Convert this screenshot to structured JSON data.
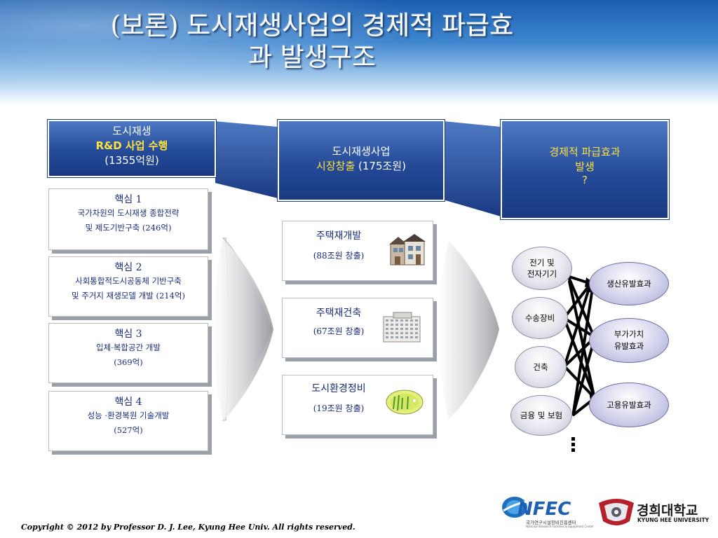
{
  "title": {
    "line1": "(보론) 도시재생사업의 경제적 파급효",
    "line2": "과 발생구조"
  },
  "top_boxes": {
    "rnd": {
      "line1": "도시재생",
      "line2": "R&D 사업 수행",
      "line3": "(1355억원)"
    },
    "market": {
      "line1": "도시재생사업",
      "line2_highlight": "시장창출",
      "line2_rest": " (175조원)"
    },
    "effect": {
      "line1": "경제적 파급효과",
      "line2": "발생",
      "line3": "?"
    }
  },
  "cores": [
    {
      "title": "핵심 1",
      "line1": "국가차원의 도시재생 종합전략",
      "line2": "및 제도기반구축 (246억)"
    },
    {
      "title": "핵심 2",
      "line1": "사회통합적도시공동체 기반구축",
      "line2": "및 주거지 재생모델 개발 (214억)"
    },
    {
      "title": "핵심 3",
      "line1": "입체·복합공간 개발",
      "line2": "(369억)"
    },
    {
      "title": "핵심 4",
      "line1": "성능 ·환경복원 기술개발",
      "line2": "(527억)"
    }
  ],
  "markets": [
    {
      "title": "주택재개발",
      "value": "(88조원 창출)",
      "icon": "houses-icon"
    },
    {
      "title": "주택재건축",
      "value": "(67조원 창출)",
      "icon": "apartment-icon"
    },
    {
      "title": "도시환경정비",
      "value": "(19조원 창출)",
      "icon": "green-park-icon"
    }
  ],
  "industries": [
    {
      "line1": "전기 및",
      "line2": "전자기기"
    },
    {
      "line1": "수송장비",
      "line2": ""
    },
    {
      "line1": "건축",
      "line2": ""
    },
    {
      "line1": "금융 및 보험",
      "line2": ""
    }
  ],
  "effects": [
    {
      "line1": "생산유발효과",
      "line2": ""
    },
    {
      "line1": "부가가치",
      "line2": "유발효과"
    },
    {
      "line1": "고용유발효과",
      "line2": ""
    }
  ],
  "footer": {
    "copyright": "Copyright © 2012 by Professor D. J.  Lee, Kyung Hee Univ. All rights reserved."
  },
  "logos": {
    "nfec": {
      "text": "NFEC",
      "sub": "국가연구시설장비진흥센터",
      "sub_en": "National Research Facilities & Equipment Center"
    },
    "khu": {
      "ko": "경희대학교",
      "en": "KYUNG HEE UNIVERSITY"
    }
  },
  "colors": {
    "box_blue": "#244a98",
    "highlight_yellow": "#ffe33a",
    "text_navy": "#1a2a7a",
    "effect_lavender": "#c8c8e6"
  }
}
